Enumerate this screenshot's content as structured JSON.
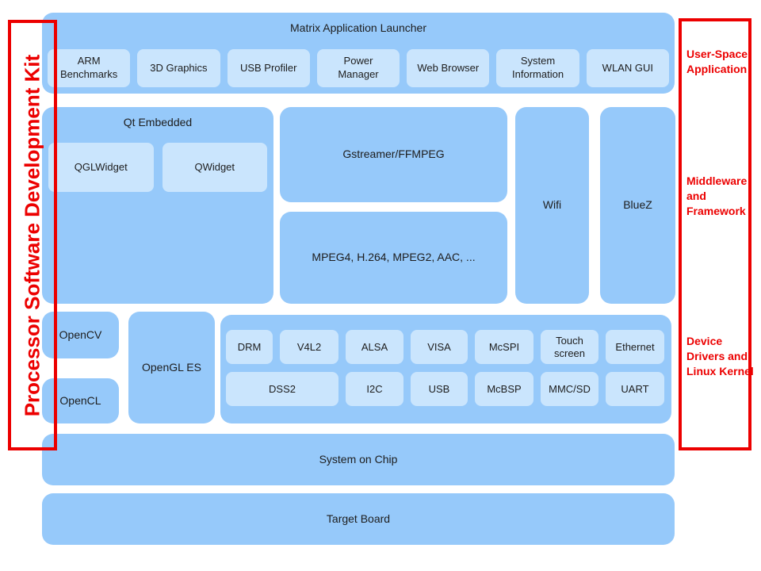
{
  "colors": {
    "red": "#ec0000",
    "box_blue": "#96c9fa",
    "chip_blue": "#cae5fd",
    "text_dark": "#1d1d1d"
  },
  "left_band": {
    "label": "Processor Software Development Kit"
  },
  "right_band": {
    "labels": [
      {
        "lines": [
          "User-Space",
          "Application"
        ]
      },
      {
        "lines": [
          "Middleware",
          "and",
          "Framework"
        ]
      },
      {
        "lines": [
          "Device",
          "Drivers and",
          "Linux Kernel"
        ]
      }
    ]
  },
  "launcher": {
    "title": "Matrix Application Launcher",
    "apps": [
      "ARM Benchmarks",
      "3D Graphics",
      "USB Profiler",
      "Power Manager",
      "Web Browser",
      "System Information",
      "WLAN GUI"
    ]
  },
  "middleware": {
    "qt_title": "Qt Embedded",
    "qt_widgets": [
      "QGLWidget",
      "QWidget"
    ],
    "gstreamer": "Gstreamer/FFMPEG",
    "codecs": "MPEG4, H.264, MPEG2, AAC, ...",
    "wifi": "Wifi",
    "bluez": "BlueZ"
  },
  "drivers": {
    "opencv": "OpenCV",
    "opencl": "OpenCL",
    "opengles": "OpenGL ES",
    "row1": [
      "DRM",
      "V4L2",
      "ALSA",
      "VISA",
      "McSPI",
      "Touch screen",
      "Ethernet"
    ],
    "row2": [
      "DSS2",
      "I2C",
      "USB",
      "McBSP",
      "MMC/SD",
      "UART"
    ]
  },
  "platform": {
    "soc": "System on Chip",
    "board": "Target Board"
  }
}
